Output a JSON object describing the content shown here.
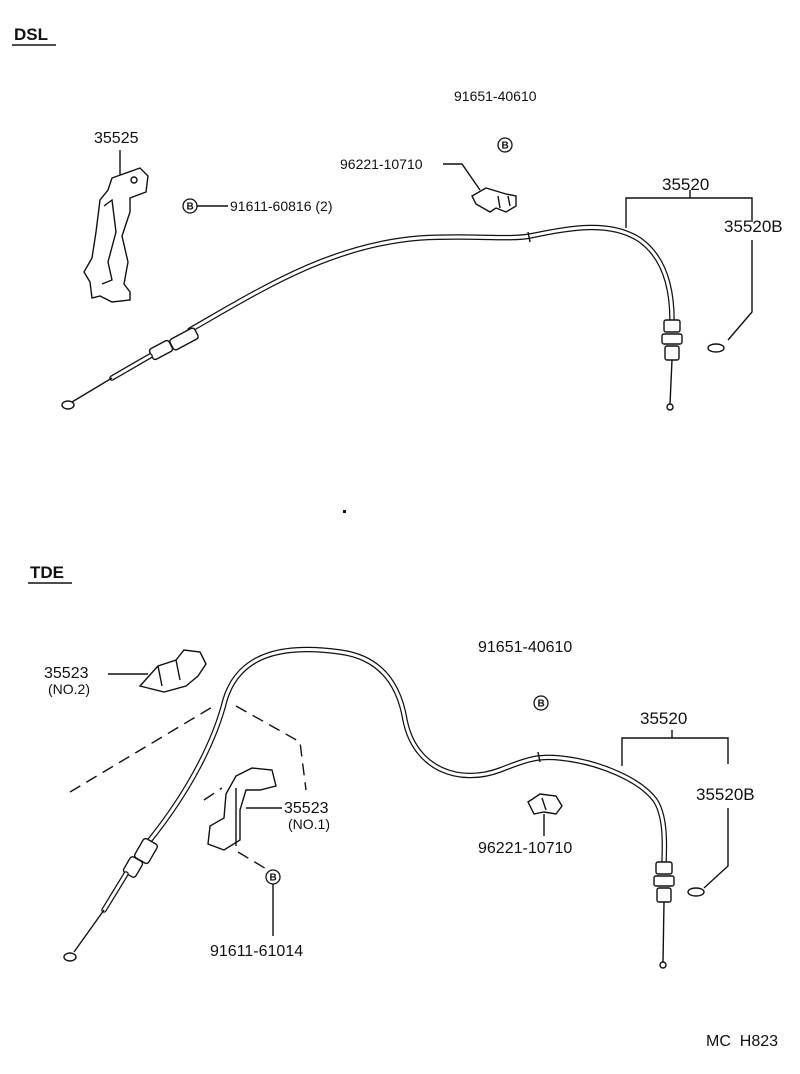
{
  "sections": {
    "dsl": "DSL",
    "tde": "TDE"
  },
  "dsl": {
    "bracket": "35525",
    "bolt": "91611-60816 (2)",
    "nut": "91651-40610",
    "clamp": "96221-10710",
    "cable": "35520",
    "grommet": "35520B"
  },
  "tde": {
    "clamp_no2": "35523",
    "clamp_no2_sub": "(NO.2)",
    "clamp_no1": "35523",
    "clamp_no1_sub": "(NO.1)",
    "bolt": "91611-61014",
    "nut": "91651-40610",
    "clamp": "96221-10710",
    "cable": "35520",
    "grommet": "35520B"
  },
  "bolt_marker": "B",
  "footer": "MC  H823"
}
